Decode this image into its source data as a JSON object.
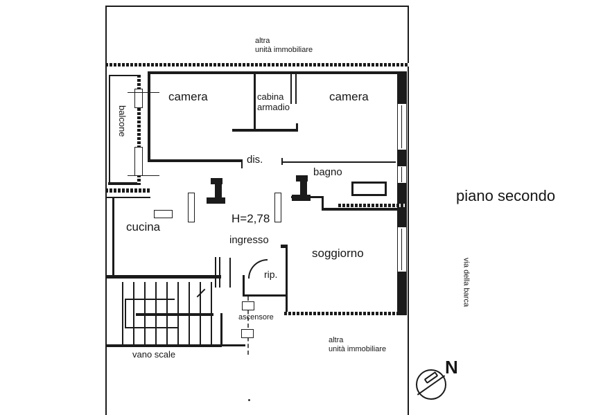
{
  "title": "piano secondo",
  "street": "via della barca",
  "compass": {
    "north_label": "N"
  },
  "rooms": {
    "camera_left": "camera",
    "cabina_line1": "cabina",
    "cabina_line2": "armadio",
    "camera_right": "camera",
    "balcone": "balcone",
    "disimpegno": "dis.",
    "bagno": "bagno",
    "cucina": "cucina",
    "ingresso": "ingresso",
    "soggiorno": "soggiorno",
    "ripostiglio": "rip.",
    "ascensore": "ascensore",
    "vano_scale": "vano scale"
  },
  "annotations": {
    "ceiling_height": "H=2,78",
    "other_unit_top_line1": "altra",
    "other_unit_top_line2": "unità immobiliare",
    "other_unit_bottom_line1": "altra",
    "other_unit_bottom_line2": "unità immobiliare"
  },
  "colors": {
    "ink": "#1b1b1b",
    "paper": "#ffffff"
  }
}
